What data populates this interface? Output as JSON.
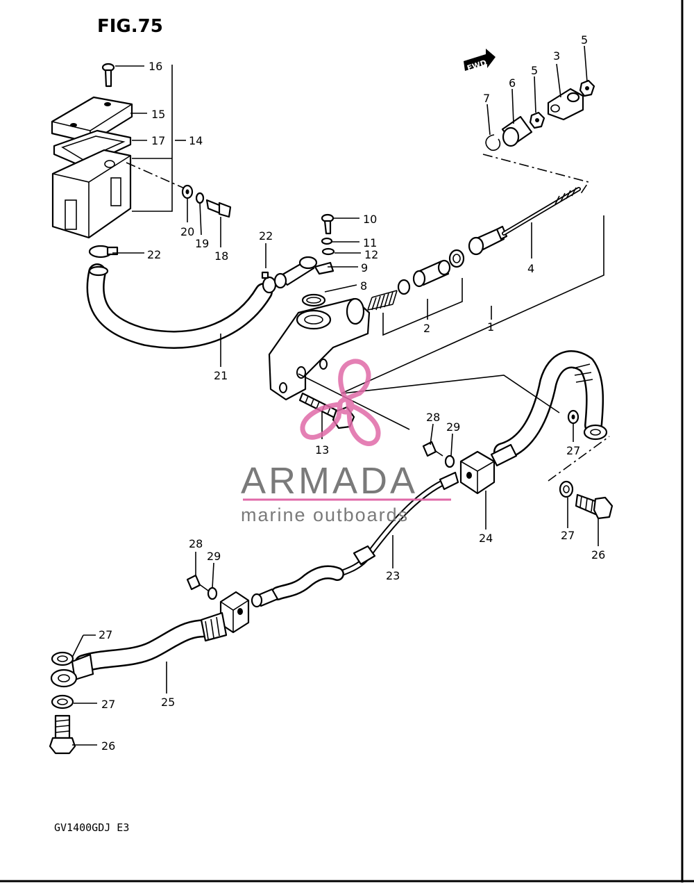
{
  "diagram": {
    "figure_title": "FIG.75",
    "model_code": "GV1400GDJ E3",
    "forward_label": "FWD",
    "callouts": [
      "16",
      "15",
      "17",
      "14",
      "20",
      "19",
      "18",
      "22",
      "22",
      "10",
      "11",
      "12",
      "9",
      "8",
      "21",
      "2",
      "1",
      "4",
      "3",
      "5",
      "5",
      "6",
      "7",
      "13",
      "28",
      "29",
      "27",
      "27",
      "26",
      "24",
      "23",
      "28",
      "29",
      "27",
      "27",
      "26",
      "25"
    ]
  },
  "watermark": {
    "brand": "ARMADA",
    "tagline": "marine outboards",
    "logo_color": "#e06aa8",
    "text_color": "#7a7a7a"
  }
}
